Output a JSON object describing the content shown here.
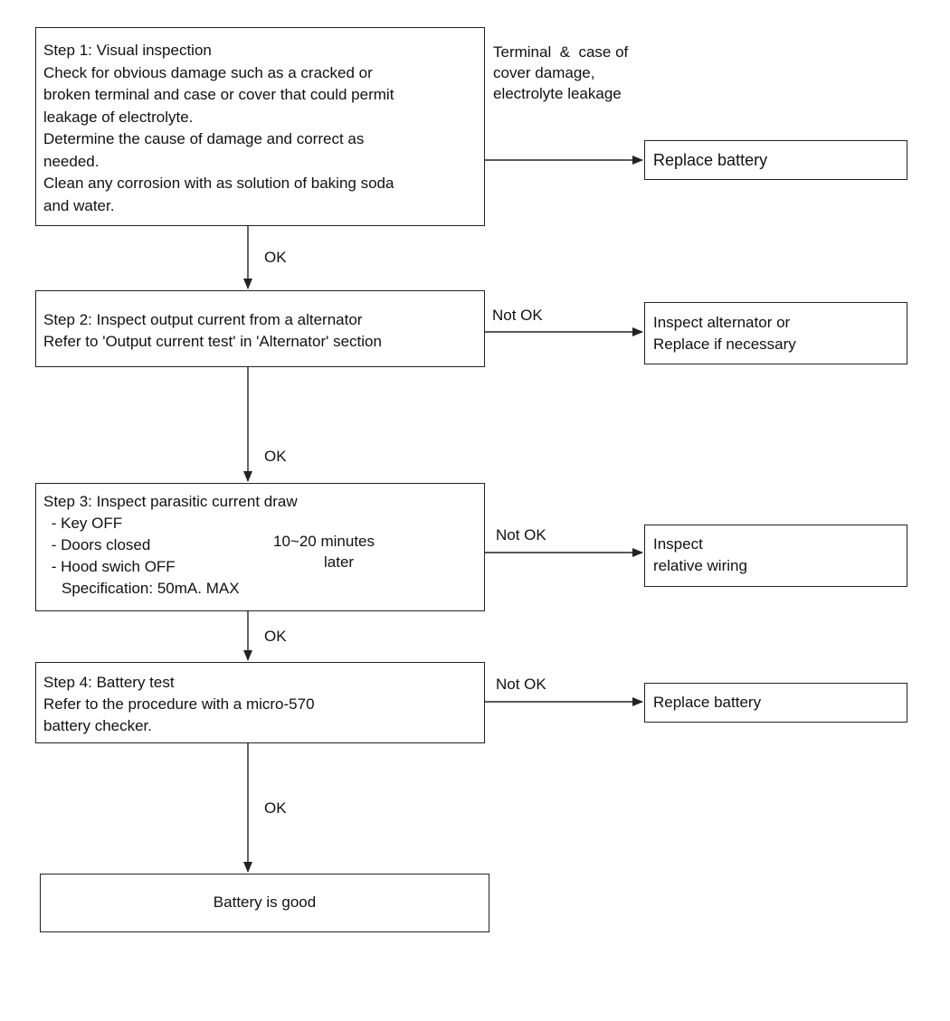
{
  "step1": {
    "lines": [
      "Step 1: Visual inspection",
      "Check for obvious damage such as a cracked or",
      "broken terminal and case or cover that could permit",
      "leakage of electrolyte.",
      "Determine the cause of damage and correct as",
      "needed.",
      "Clean any corrosion with as solution of baking soda",
      "and water."
    ],
    "fail_condition_lines": [
      "Terminal  &  case of",
      "cover damage,",
      "electrolyte leakage"
    ],
    "result": "Replace battery",
    "pass_label": "OK"
  },
  "step2": {
    "lines": [
      "Step 2: Inspect output current from a alternator",
      "Refer to 'Output current test' in 'Alternator' section"
    ],
    "fail_label": "Not OK",
    "result_lines": [
      "Inspect alternator or",
      "Replace if necessary"
    ],
    "pass_label": "OK"
  },
  "step3": {
    "title": "Step 3: Inspect parasitic current draw",
    "conditions": [
      " - Key OFF",
      " - Doors closed",
      " - Hood swich OFF"
    ],
    "timing_lines": [
      "10~20 minutes",
      "later"
    ],
    "specification": "Specification: 50mA. MAX",
    "fail_label": "Not OK",
    "result_lines": [
      "Inspect",
      "relative wiring"
    ],
    "pass_label": "OK"
  },
  "step4": {
    "lines": [
      "Step 4: Battery test",
      "Refer to the procedure with a micro-570",
      "battery checker."
    ],
    "fail_label": "Not OK",
    "result": "Replace battery",
    "pass_label": "OK"
  },
  "final": {
    "text": "Battery is good"
  }
}
